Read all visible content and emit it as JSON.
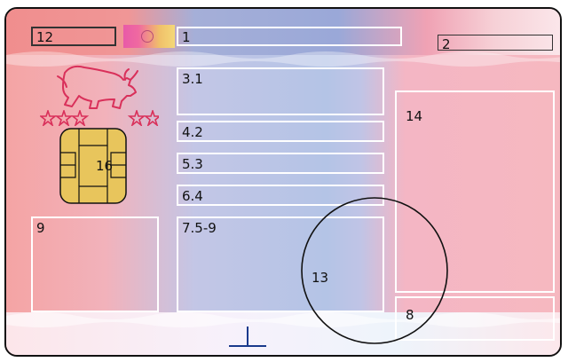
{
  "fields": {
    "f12": "12",
    "f1": "1",
    "f2": "2",
    "f3_1": "3.1",
    "f4_2": "4.2",
    "f5_3": "5.3",
    "f6_4": "6.4",
    "f7_5_9": "7.5-9",
    "f9": "9",
    "f13": "13",
    "f14": "14",
    "f8": "8",
    "f16": "16"
  },
  "colors": {
    "emblem": "#d9305a",
    "chip": "#e8c55c",
    "outline": "#111111",
    "field_border": "#ffffff"
  },
  "icons": {
    "emblem": "bull-emblem-icon",
    "stars": "stars-icon",
    "chip": "chip-icon",
    "baseline": "t-mark-icon"
  }
}
